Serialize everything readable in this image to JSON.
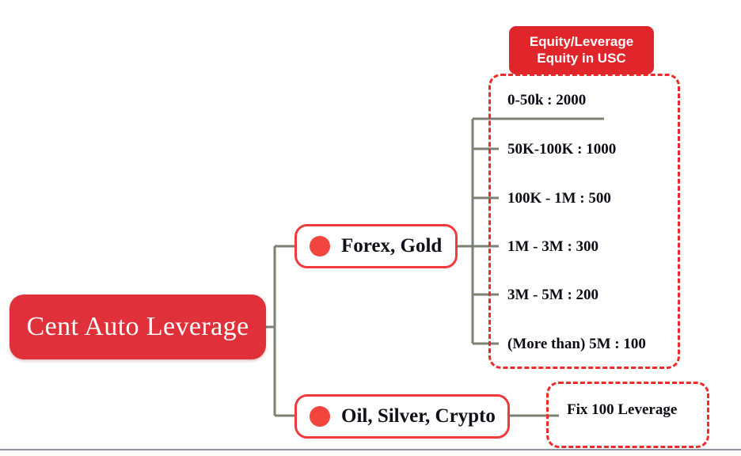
{
  "diagram": {
    "type": "mind-map",
    "title": "Cent Auto Leverage",
    "root": {
      "label": "Cent Auto Leverage",
      "fill": "#E0313A",
      "text_color": "#FFFFFF"
    },
    "branches": [
      {
        "id": "forex-gold",
        "label": "Forex, Gold",
        "bullet_color": "#F2453D",
        "border_color": "#EE3B3B"
      },
      {
        "id": "oil-silver-crypto",
        "label": "Oil, Silver, Crypto",
        "bullet_color": "#F2453D",
        "border_color": "#EE3B3B"
      }
    ],
    "equity_group": {
      "header_line1": "Equity/Leverage",
      "header_line2": "Equity in USC",
      "header_fill": "#E0252B",
      "border_color": "#EE2B2B",
      "tiers": [
        {
          "range": "0-50k",
          "leverage": "2000",
          "text": "0-50k : 2000"
        },
        {
          "range": "50K-100K",
          "leverage": "1000",
          "text": "50K-100K : 1000"
        },
        {
          "range": "100K - 1M",
          "leverage": "500",
          "text": "100K - 1M : 500"
        },
        {
          "range": "1M - 3M",
          "leverage": "300",
          "text": "1M - 3M : 300"
        },
        {
          "range": "3M - 5M",
          "leverage": "200",
          "text": "3M - 5M : 200"
        },
        {
          "range": "(More than) 5M",
          "leverage": "100",
          "text": "(More than) 5M : 100"
        }
      ]
    },
    "fix_group": {
      "label": "Fix 100 Leverage",
      "border_color": "#EE2B2B"
    },
    "connector_color": "#7B8272"
  }
}
